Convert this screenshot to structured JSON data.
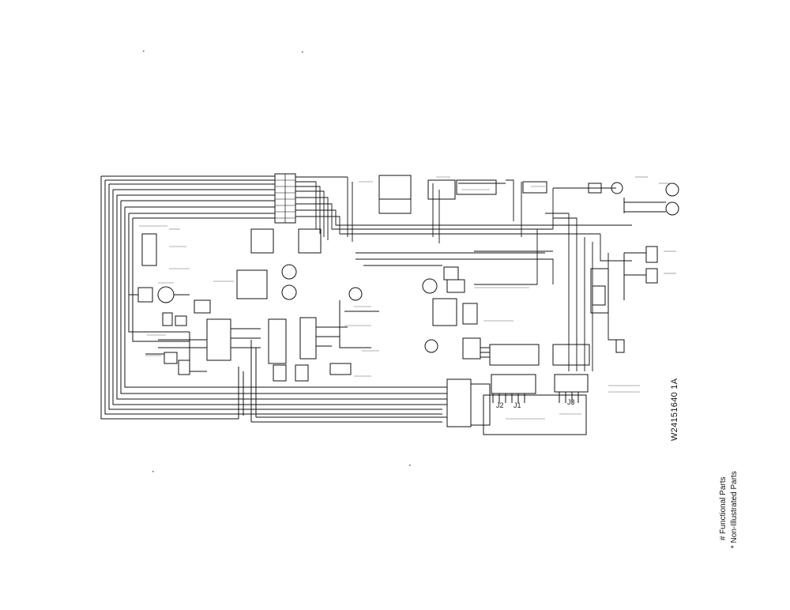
{
  "drawing": {
    "id": "W24151640 1A",
    "legend": {
      "functional": "# Functional Parts",
      "non_illustrated": "* Non-Illustrated Parts"
    },
    "board_labels": {
      "j1": "J1",
      "j2": "J2",
      "j3": "J3"
    }
  }
}
